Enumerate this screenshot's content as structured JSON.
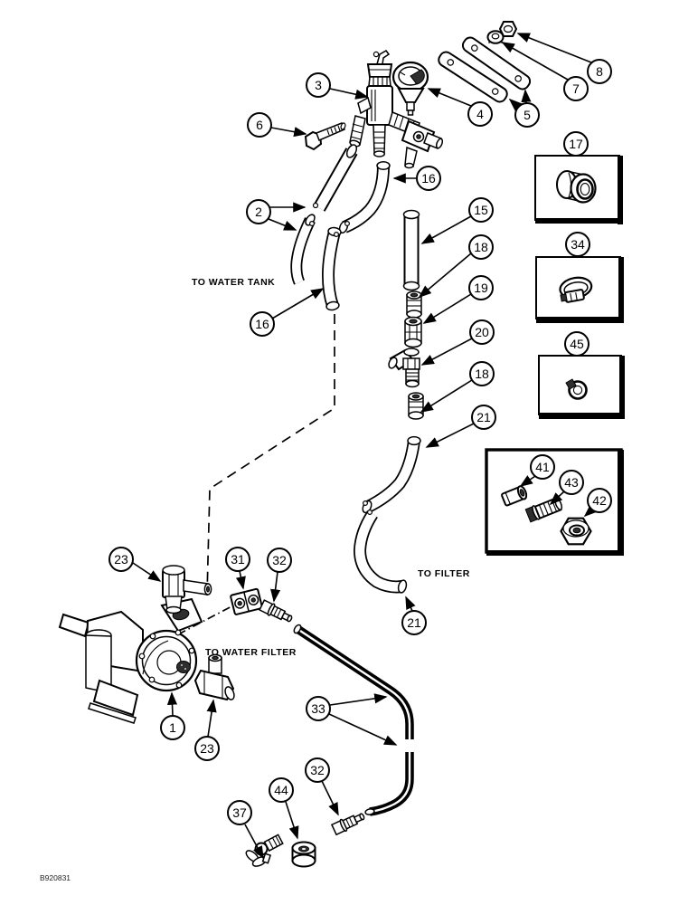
{
  "figure": {
    "code": "B920831",
    "background_color": "#ffffff",
    "line_color": "#000000",
    "description": "Exploded parts diagram of a water pump, hoses and fittings"
  },
  "annotations": {
    "to_water_tank": "TO WATER TANK",
    "to_filter": "TO FILTER",
    "to_water_filter": "TO WATER FILTER"
  },
  "callouts": [
    {
      "label": "3"
    },
    {
      "label": "4"
    },
    {
      "label": "5"
    },
    {
      "label": "7"
    },
    {
      "label": "8"
    },
    {
      "label": "6"
    },
    {
      "label": "17"
    },
    {
      "label": "16"
    },
    {
      "label": "2"
    },
    {
      "label": "15"
    },
    {
      "label": "18"
    },
    {
      "label": "34"
    },
    {
      "label": "19"
    },
    {
      "label": "20"
    },
    {
      "label": "45"
    },
    {
      "label": "16"
    },
    {
      "label": "18"
    },
    {
      "label": "21"
    },
    {
      "label": "41"
    },
    {
      "label": "43"
    },
    {
      "label": "42"
    },
    {
      "label": "23"
    },
    {
      "label": "31"
    },
    {
      "label": "32"
    },
    {
      "label": "21"
    },
    {
      "label": "33"
    },
    {
      "label": "1"
    },
    {
      "label": "23"
    },
    {
      "label": "32"
    },
    {
      "label": "44"
    },
    {
      "label": "37"
    }
  ]
}
